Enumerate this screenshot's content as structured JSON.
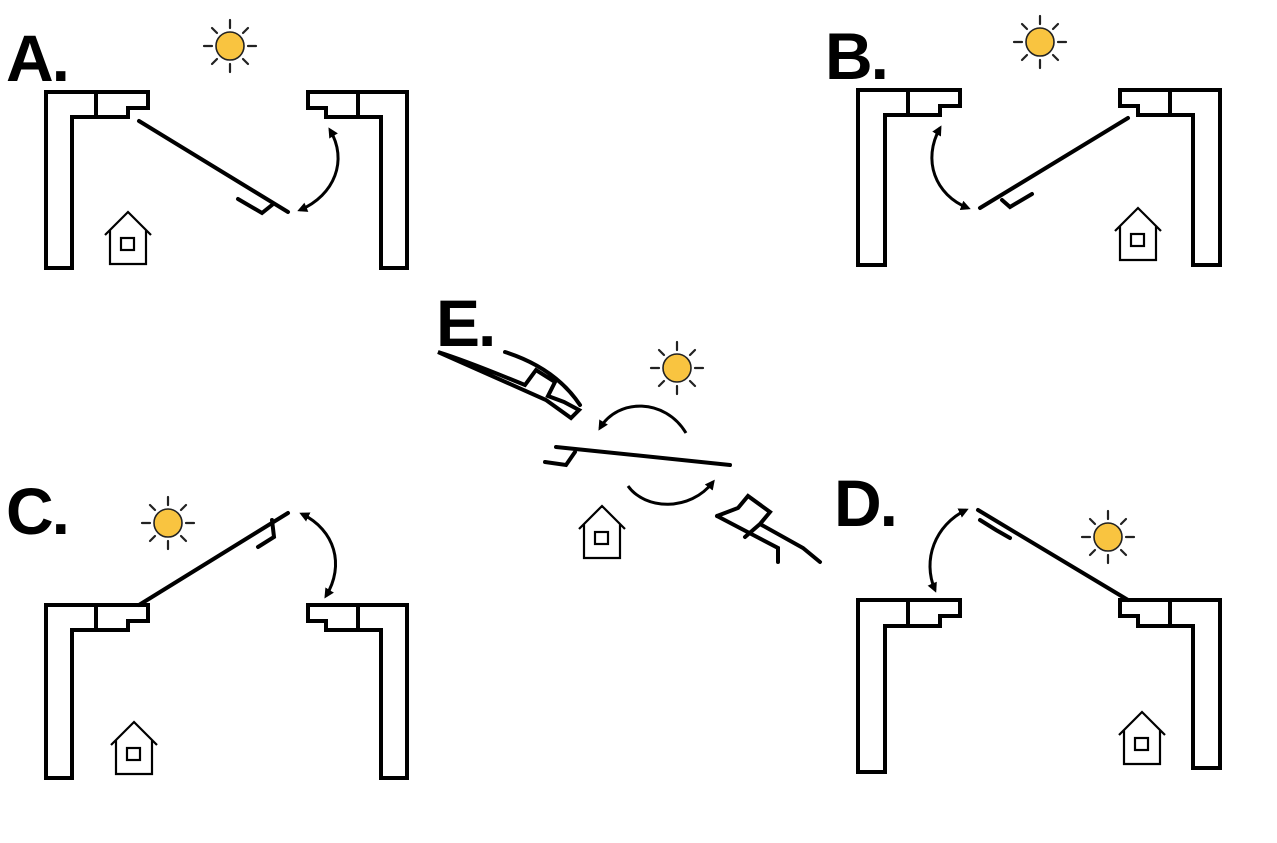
{
  "colors": {
    "sun": "#F9C440",
    "line": "#000000",
    "background": "#FFFFFF"
  },
  "icons": [
    "sun-icon",
    "house-icon",
    "double-arrow-icon"
  ],
  "panels": [
    {
      "id": "A",
      "label": "A."
    },
    {
      "id": "B",
      "label": "B."
    },
    {
      "id": "C",
      "label": "C."
    },
    {
      "id": "D",
      "label": "D."
    },
    {
      "id": "E",
      "label": "E."
    }
  ]
}
